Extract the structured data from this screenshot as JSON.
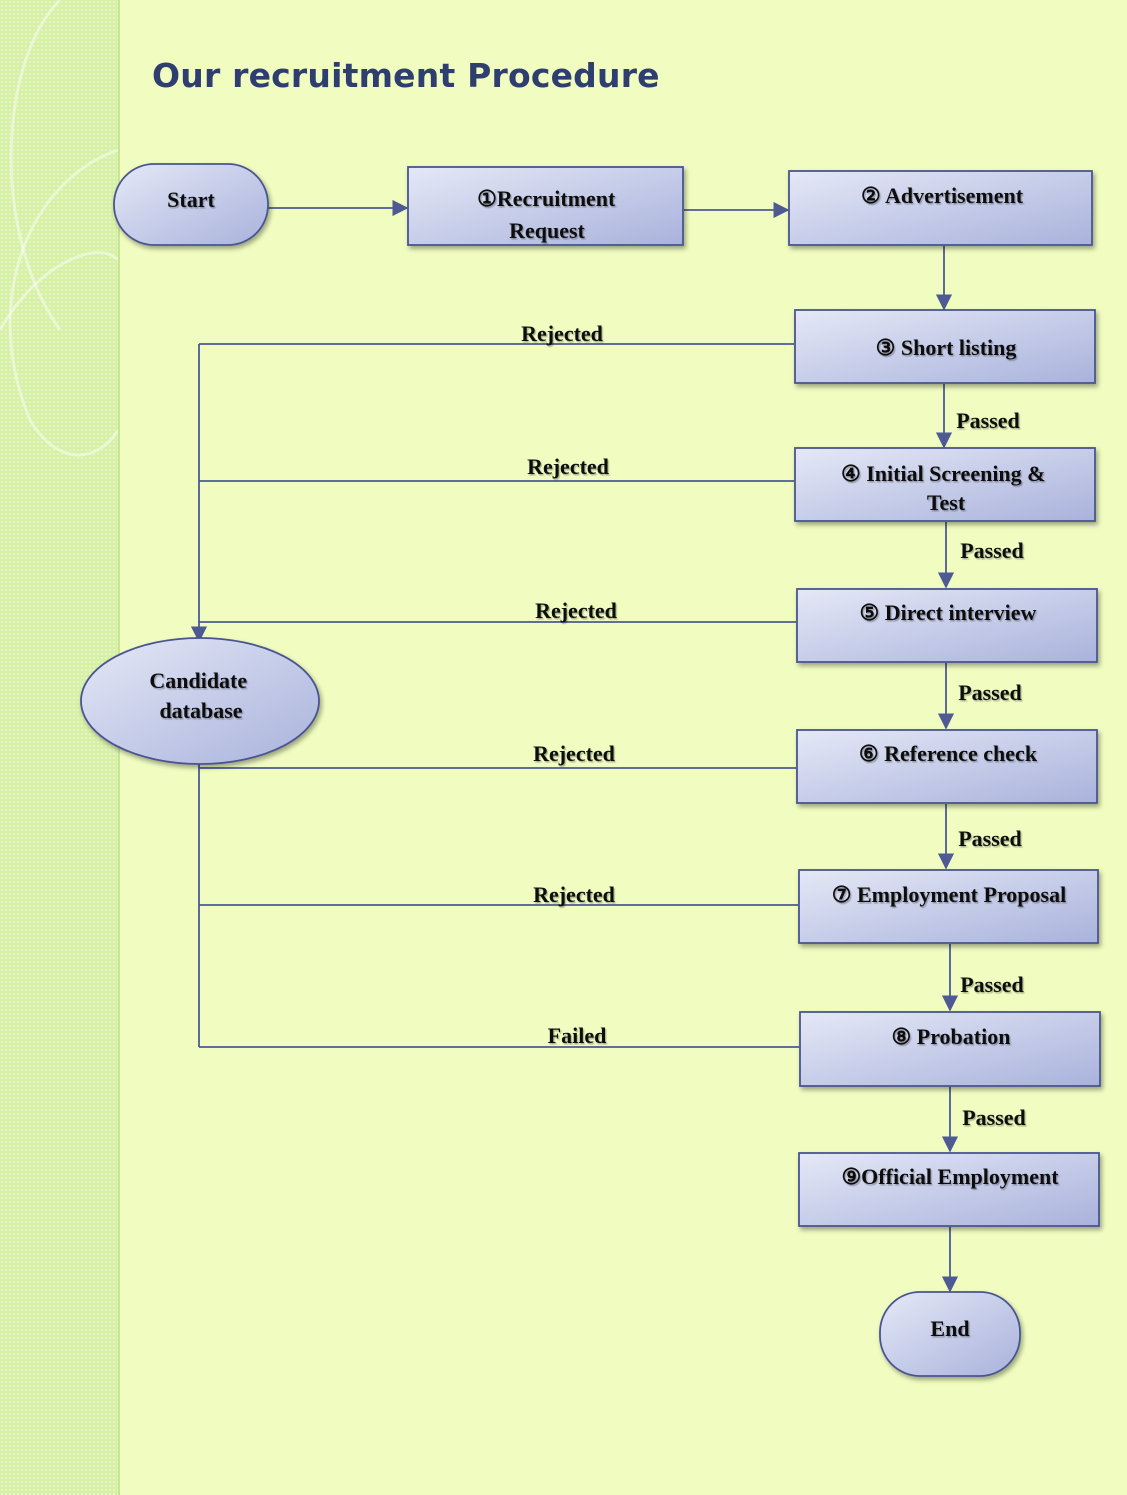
{
  "title": "Our recruitment Procedure",
  "colors": {
    "background": "#f0fcc0",
    "sidebar": "#d6f0a6",
    "node_fill_light": "#dfe3f4",
    "node_fill_dark": "#a8b1dc",
    "node_stroke": "#4a5590",
    "line": "#4e5a94",
    "title": "#2e3e6e"
  },
  "nodes": {
    "start": {
      "lines": [
        "Start"
      ]
    },
    "recruitment_request": {
      "lines": [
        "①Recruitment",
        "Request"
      ]
    },
    "advertisement": {
      "lines": [
        "② Advertisement"
      ]
    },
    "short_listing": {
      "lines": [
        "③ Short listing"
      ]
    },
    "initial_screening": {
      "lines": [
        "④ Initial Screening &",
        "Test"
      ]
    },
    "direct_interview": {
      "lines": [
        "⑤ Direct interview"
      ]
    },
    "reference_check": {
      "lines": [
        "⑥ Reference check"
      ]
    },
    "employment_proposal": {
      "lines": [
        "⑦ Employment Proposal"
      ]
    },
    "probation": {
      "lines": [
        "⑧ Probation"
      ]
    },
    "official_employment": {
      "lines": [
        "⑨Official Employment"
      ]
    },
    "end": {
      "lines": [
        "End"
      ]
    },
    "candidate_database": {
      "lines": [
        "Candidate",
        "database"
      ]
    }
  },
  "edges": {
    "rejected_1": "Rejected",
    "rejected_2": "Rejected",
    "rejected_3": "Rejected",
    "rejected_4": "Rejected",
    "rejected_5": "Rejected",
    "failed": "Failed",
    "passed_1": "Passed",
    "passed_2": "Passed",
    "passed_3": "Passed",
    "passed_4": "Passed",
    "passed_5": "Passed",
    "passed_6": "Passed"
  }
}
